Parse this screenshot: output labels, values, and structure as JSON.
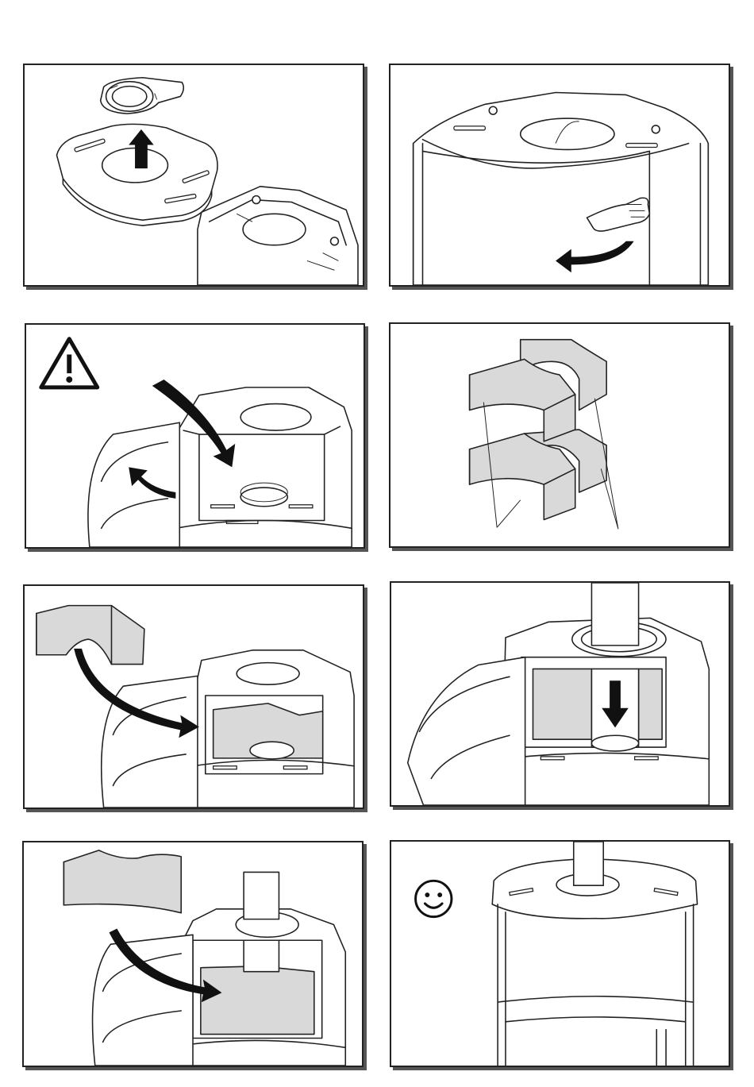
{
  "manual": {
    "page_type": "assembly-instructions",
    "steps": [
      {
        "id": "1",
        "action": "remove-top-plate-and-ring",
        "icon": "arrow-up-icon"
      },
      {
        "id": "2",
        "action": "open-door",
        "icon": "curved-arrow-left-icon"
      },
      {
        "id": "3",
        "action": "remove-baffle-warning",
        "icon": "warning-icon"
      },
      {
        "id": "4",
        "action": "stone-pieces-overview",
        "icon": "stone-pieces-icon"
      },
      {
        "id": "5",
        "action": "insert-lower-stone",
        "icon": "curved-arrow-icon"
      },
      {
        "id": "6",
        "action": "insert-flue-pipe",
        "icon": "arrow-down-icon"
      },
      {
        "id": "7",
        "action": "insert-upper-stone",
        "icon": "curved-arrow-icon"
      },
      {
        "id": "8",
        "action": "finished",
        "icon": "smiley-icon"
      }
    ],
    "colors": {
      "line": "#222222",
      "stone_fill": "#d9d9d9",
      "background": "#ffffff"
    }
  }
}
